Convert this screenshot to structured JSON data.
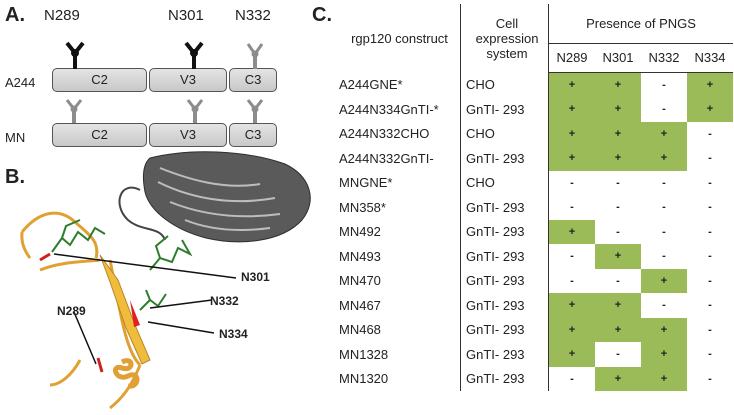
{
  "panels": {
    "a": {
      "label": "A.",
      "site_labels": [
        "N289",
        "N301",
        "N332"
      ],
      "rows": [
        {
          "name": "A244",
          "domains": [
            "C2",
            "V3",
            "C3"
          ]
        },
        {
          "name": "MN",
          "domains": [
            "C2",
            "V3",
            "C3"
          ]
        }
      ]
    },
    "b": {
      "label": "B.",
      "annotations": [
        "N301",
        "N332",
        "N289",
        "N334"
      ]
    },
    "c": {
      "label": "C."
    }
  },
  "table": {
    "headers": {
      "construct": "rgp120 construct",
      "system": "Cell expression system",
      "presence": "Presence of PNGS",
      "sites": [
        "N289",
        "N301",
        "N332",
        "N334"
      ]
    },
    "rows": [
      {
        "construct": "A244GNE*",
        "system": "CHO",
        "sites": [
          "+",
          "+",
          "-",
          "+"
        ],
        "highlight": [
          true,
          true,
          false,
          true
        ]
      },
      {
        "construct": "A244N334GnTI-*",
        "system": "GnTI- 293",
        "sites": [
          "+",
          "+",
          "-",
          "+"
        ],
        "highlight": [
          true,
          true,
          false,
          true
        ]
      },
      {
        "construct": "A244N332CHO",
        "system": "CHO",
        "sites": [
          "+",
          "+",
          "+",
          "-"
        ],
        "highlight": [
          true,
          true,
          true,
          false
        ]
      },
      {
        "construct": "A244N332GnTI-",
        "system": "GnTI- 293",
        "sites": [
          "+",
          "+",
          "+",
          "-"
        ],
        "highlight": [
          true,
          true,
          true,
          false
        ]
      },
      {
        "construct": "MNGNE*",
        "system": "CHO",
        "sites": [
          "-",
          "-",
          "-",
          "-"
        ],
        "highlight": [
          false,
          false,
          false,
          false
        ]
      },
      {
        "construct": "MN358*",
        "system": "GnTI- 293",
        "sites": [
          "-",
          "-",
          "-",
          "-"
        ],
        "highlight": [
          false,
          false,
          false,
          false
        ]
      },
      {
        "construct": "MN492",
        "system": "GnTI- 293",
        "sites": [
          "+",
          "-",
          "-",
          "-"
        ],
        "highlight": [
          true,
          false,
          false,
          false
        ]
      },
      {
        "construct": "MN493",
        "system": "GnTI- 293",
        "sites": [
          "-",
          "+",
          "-",
          "-"
        ],
        "highlight": [
          false,
          true,
          false,
          false
        ]
      },
      {
        "construct": "MN470",
        "system": "GnTI- 293",
        "sites": [
          "-",
          "-",
          "+",
          "-"
        ],
        "highlight": [
          false,
          false,
          true,
          false
        ]
      },
      {
        "construct": "MN467",
        "system": "GnTI- 293",
        "sites": [
          "+",
          "+",
          "-",
          "-"
        ],
        "highlight": [
          true,
          true,
          false,
          false
        ]
      },
      {
        "construct": "MN468",
        "system": "GnTI- 293",
        "sites": [
          "+",
          "+",
          "+",
          "-"
        ],
        "highlight": [
          true,
          true,
          true,
          false
        ]
      },
      {
        "construct": "MN1328",
        "system": "GnTI- 293",
        "sites": [
          "+",
          "-",
          "+",
          "-"
        ],
        "highlight": [
          true,
          false,
          true,
          false
        ]
      },
      {
        "construct": "MN1320",
        "system": "GnTI- 293",
        "sites": [
          "-",
          "+",
          "+",
          "-"
        ],
        "highlight": [
          false,
          true,
          true,
          false
        ]
      }
    ]
  },
  "colors": {
    "highlight": "#9bbb59",
    "glycan_present": "#000000",
    "glycan_modeled": "#8c8c8c"
  }
}
